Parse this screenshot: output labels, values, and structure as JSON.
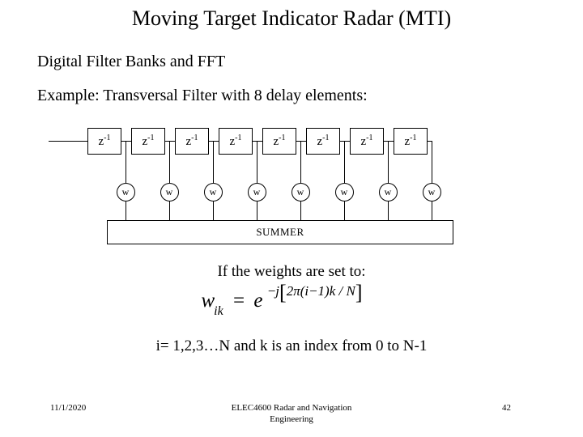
{
  "slide": {
    "title": "Moving Target Indicator Radar (MTI)",
    "subtitle": "Digital Filter Banks and FFT",
    "example_line": "Example: Transversal Filter with 8 delay elements:",
    "mid_text": "If the weights are set to:",
    "index_text": "i= 1,2,3…N and k is an index from 0 to N-1"
  },
  "diagram": {
    "delay_label": "z",
    "delay_exponent": "-1",
    "weight_label": "w",
    "summer_label": "SUMMER",
    "delay_count": 8,
    "weight_count": 8,
    "delays": [
      {
        "label": "z",
        "exponent": "-1"
      },
      {
        "label": "z",
        "exponent": "-1"
      },
      {
        "label": "z",
        "exponent": "-1"
      },
      {
        "label": "z",
        "exponent": "-1"
      },
      {
        "label": "z",
        "exponent": "-1"
      },
      {
        "label": "z",
        "exponent": "-1"
      },
      {
        "label": "z",
        "exponent": "-1"
      },
      {
        "label": "z",
        "exponent": "-1"
      }
    ],
    "weights": [
      {
        "label": "w"
      },
      {
        "label": "w"
      },
      {
        "label": "w"
      },
      {
        "label": "w"
      },
      {
        "label": "w"
      },
      {
        "label": "w"
      },
      {
        "label": "w"
      },
      {
        "label": "w"
      }
    ]
  },
  "equation": {
    "lhs_var": "w",
    "lhs_sub": "ik",
    "equals": "=",
    "base": "e",
    "exponent_text": "−j[2π(i−1)k / N]",
    "exp_sign": "−",
    "exp_j": "j",
    "exp_open": "[",
    "exp_body": "2π(i−1)k / N",
    "exp_close": "]",
    "plain": "w_ik = e^(-j[2π(i-1)k/N])"
  },
  "footer": {
    "date": "11/1/2020",
    "center_line1": "ELEC4600 Radar and Navigation",
    "center_line2": "Engineering",
    "page": "42"
  },
  "colors": {
    "background": "#ffffff",
    "text": "#000000",
    "stroke": "#000000"
  }
}
